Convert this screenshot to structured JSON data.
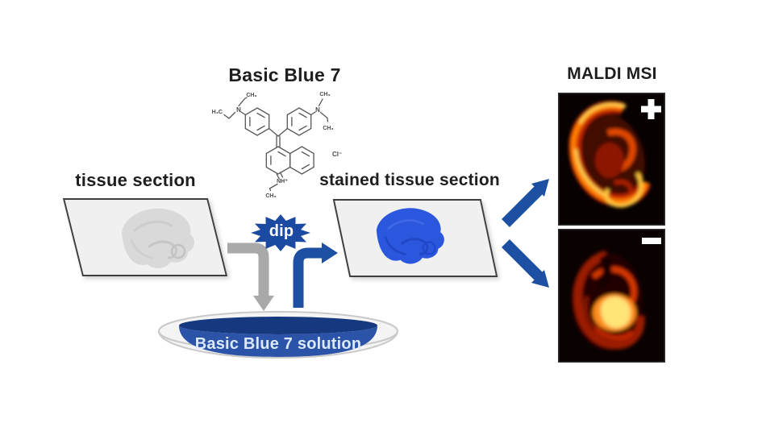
{
  "molecule": {
    "title": "Basic Blue 7",
    "counter_ion": "Cl⁻",
    "atom_labels": {
      "h3c_left": "H₃C",
      "ch3_top_left": "CH₃",
      "n_left": "N",
      "ch3_top_right": "CH₃",
      "n_right": "N",
      "ch3_right": "CH₃",
      "nh_plus": "NH⁺",
      "ch3_bottom": "CH₃"
    }
  },
  "steps": {
    "tissue_section_label": "tissue section",
    "stained_section_label": "stained tissue section",
    "dip_label": "dip",
    "solution_label": "Basic Blue 7 solution",
    "maldi_label": "MALDI MSI"
  },
  "maldi": {
    "positive_symbol": "+",
    "negative_symbol": "−",
    "positive_icon": "plus-icon",
    "negative_icon": "minus-icon"
  },
  "colors": {
    "accent_blue": "#1d4fa3",
    "solution_blue": "#2b54a8",
    "solution_dark_blue": "#16387f",
    "stain_blue": "#2b57de",
    "arrow_gray": "#a9a9a9",
    "slide_fill": "#f0f0f0",
    "slide_border": "#3f3f3f",
    "hot_yellow": "#ffd24d",
    "hot_orange": "#ff7d00",
    "hot_red": "#b71c00",
    "image_background": "#080202"
  }
}
